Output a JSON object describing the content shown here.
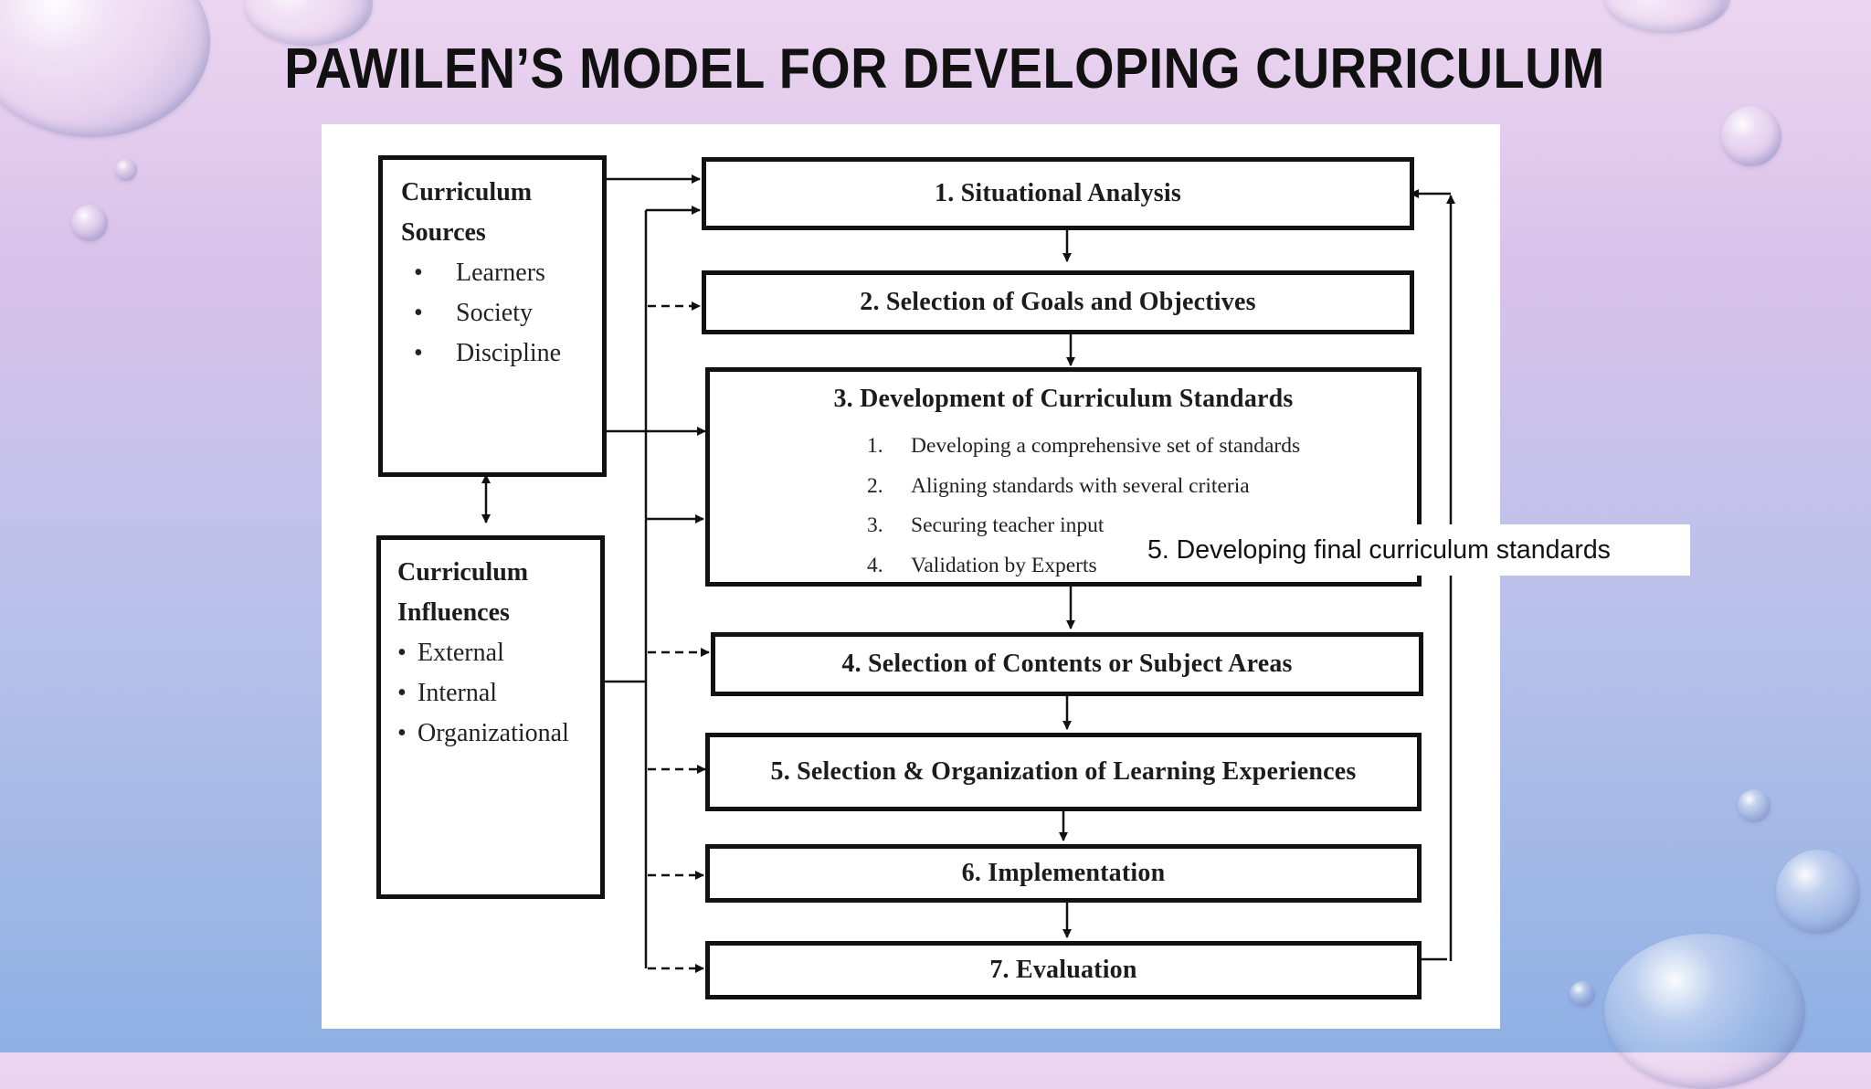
{
  "title": "PAWILEN’S MODEL FOR DEVELOPING CURRICULUM",
  "sources": {
    "heading_line1": "Curriculum",
    "heading_line2": "Sources",
    "items": [
      "Learners",
      "Society",
      "Discipline"
    ]
  },
  "influences": {
    "heading_line1": "Curriculum",
    "heading_line2": "Influences",
    "items": [
      "External",
      "Internal",
      "Organizational"
    ]
  },
  "steps": [
    "1. Situational Analysis",
    "2. Selection of Goals and Objectives",
    "3. Development of Curriculum Standards",
    "4. Selection of Contents or Subject Areas",
    "5. Selection & Organization of Learning Experiences",
    "6. Implementation",
    "7. Evaluation"
  ],
  "standards_substeps": [
    {
      "num": "1.",
      "text": "Developing a comprehensive set of standards"
    },
    {
      "num": "2.",
      "text": "Aligning standards with several criteria"
    },
    {
      "num": "3.",
      "text": "Securing teacher input"
    },
    {
      "num": "4.",
      "text": "Validation by Experts"
    }
  ],
  "overlay_note": "5. Developing final curriculum standards"
}
